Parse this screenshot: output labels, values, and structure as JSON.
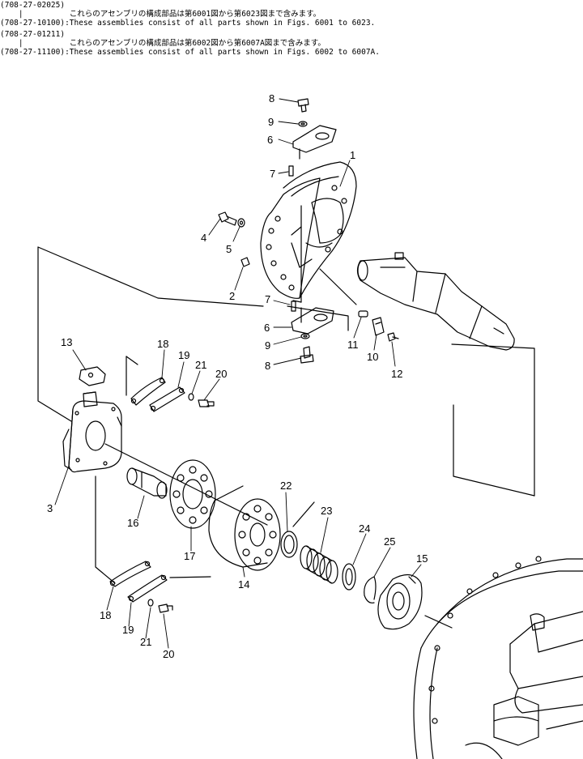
{
  "header": {
    "line1": "(708-27-02025)",
    "line2": "    |          これらのアセンブリの構成部品は第6001図から第6023図まで含みます。",
    "line3": "(708-27-10100):These assemblies consist of all parts shown in Figs. 6001 to 6023.",
    "line4": "(708-27-01211)",
    "line5": "    |          これらのアセンブリの構成部品は第6002図から第6007A図まで含みます。",
    "line6": "(708-27-11100):These assemblies consist of all parts shown in Figs. 6002 to 6007A."
  },
  "callouts": {
    "c1": "1",
    "c2": "2",
    "c3": "3",
    "c4": "4",
    "c5": "5",
    "c6a": "6",
    "c6b": "6",
    "c7a": "7",
    "c7b": "7",
    "c8a": "8",
    "c8b": "8",
    "c9a": "9",
    "c9b": "9",
    "c10": "10",
    "c11": "11",
    "c12": "12",
    "c13": "13",
    "c14": "14",
    "c15": "15",
    "c16": "16",
    "c17": "17",
    "c18a": "18",
    "c18b": "18",
    "c19a": "19",
    "c19b": "19",
    "c20a": "20",
    "c20b": "20",
    "c21a": "21",
    "c21b": "21",
    "c22": "22",
    "c23": "23",
    "c24": "24",
    "c25": "25"
  },
  "colors": {
    "ink": "#000000",
    "paper": "#ffffff"
  }
}
